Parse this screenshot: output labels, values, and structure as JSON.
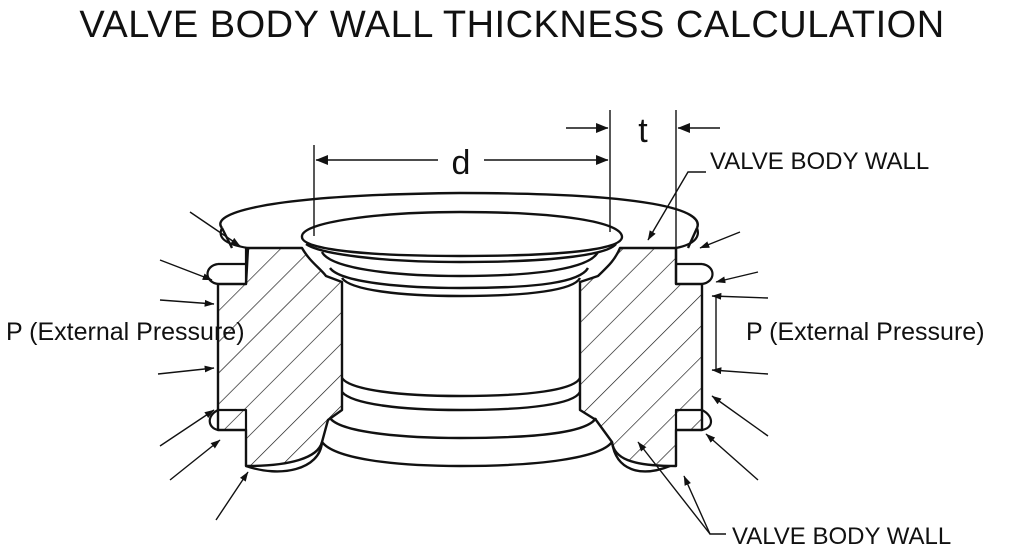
{
  "title": "VALVE BODY WALL THICKNESS CALCULATION",
  "labels": {
    "diameter": "d",
    "thickness": "t",
    "wall_top": "VALVE BODY WALL",
    "wall_bottom": "VALVE BODY WALL",
    "pressure_left": "P (External Pressure)",
    "pressure_right": "P (External Pressure)"
  },
  "colors": {
    "line": "#111111",
    "background": "#ffffff"
  }
}
